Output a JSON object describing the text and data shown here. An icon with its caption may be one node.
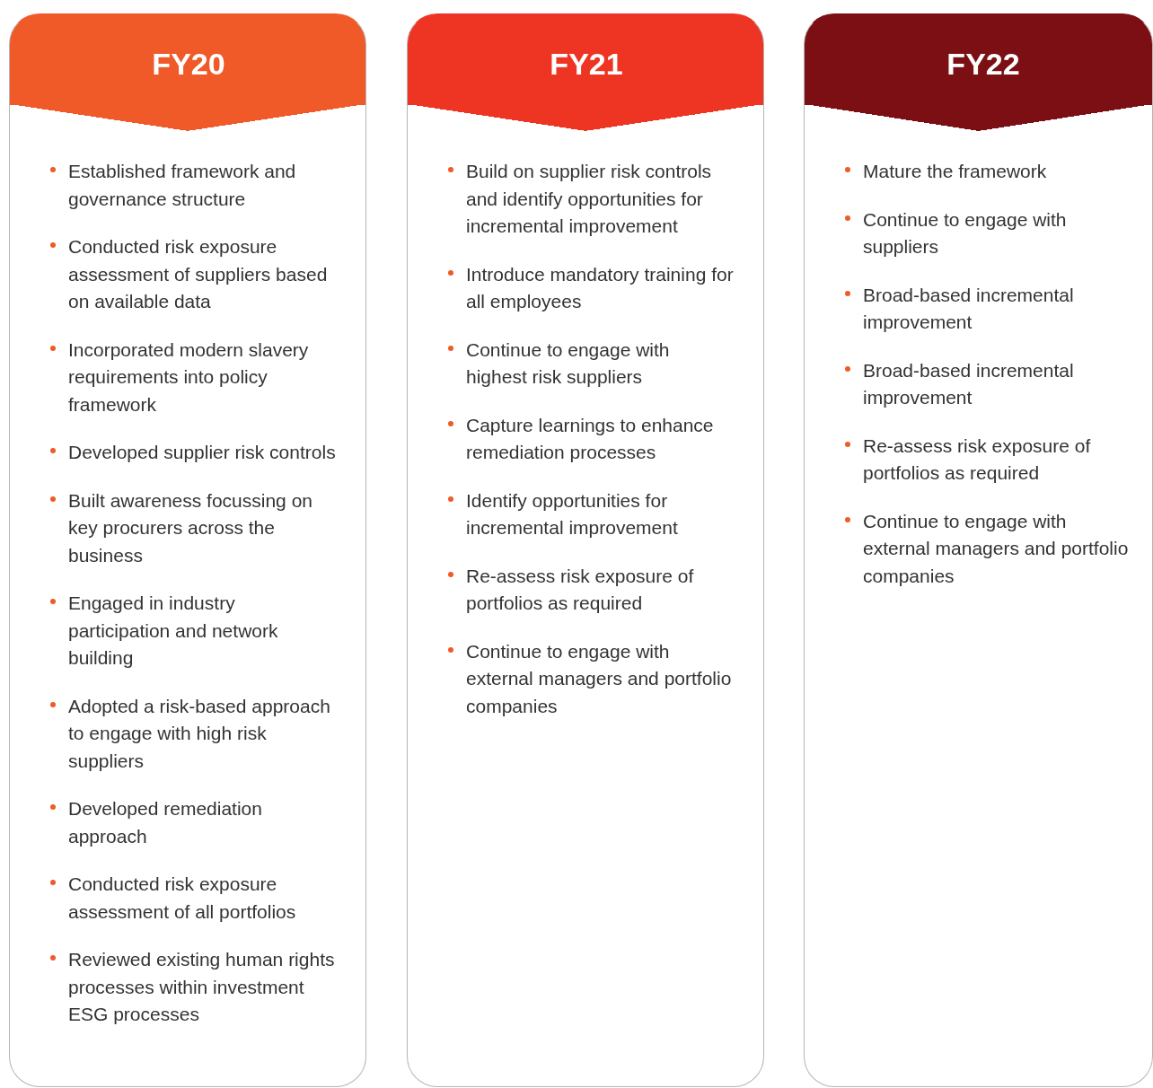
{
  "diagram": {
    "nodes": [
      {
        "text": [
          "FY20",
          "Established framework and governance structure",
          "Conducted risk exposure assessment of suppliers based on available data",
          "Incorporated modern slavery requirements into policy framework",
          "Developed supplier risk controls",
          "Built awareness focussing on key procurers across the business",
          "Engaged in industry participation and network building",
          "Adopted a risk-based approach to engage with high risk suppliers",
          "Developed remediation approach",
          "Conducted risk exposure assessment of all portfolios",
          "Reviewed existing human rights processes within investment ESG processes"
        ]
      },
      {
        "text": [
          "FY21",
          "Build on supplier risk controls and identify opportunities for incremental improvement",
          "Introduce mandatory training for all employees",
          "Continue to engage with highest risk suppliers",
          "Capture learnings to enhance remediation processes",
          "Identify opportunities for incremental improvement",
          "Re-assess risk exposure of portfolios as required",
          "Continue to engage with external managers and portfolio companies"
        ]
      },
      {
        "text": [
          "FY22",
          "Mature the framework",
          "Continue to engage with suppliers",
          "Broad-based incremental improvement",
          "Broad-based incremental improvement",
          "Re-assess risk exposure of portfolios as required",
          "Continue to engage with external managers and portfolio companies"
        ]
      }
    ]
  }
}
